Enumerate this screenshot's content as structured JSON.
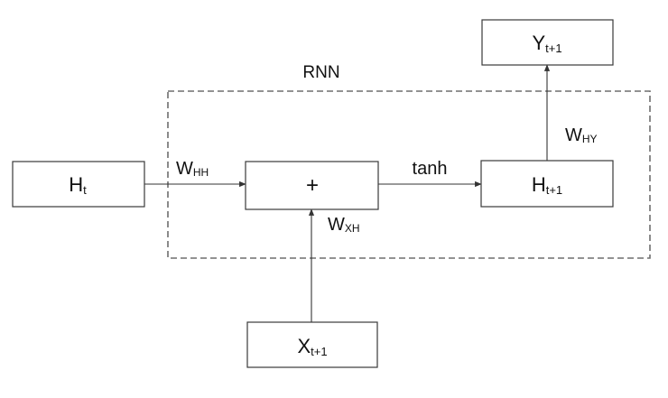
{
  "group": {
    "title": "RNN"
  },
  "nodes": {
    "h_t": {
      "main": "H",
      "sub": "t"
    },
    "sum": {
      "main": "+"
    },
    "h_t1": {
      "main": "H",
      "sub": "t+1"
    },
    "y_t1": {
      "main": "Y",
      "sub": "t+1"
    },
    "x_t1": {
      "main": "X",
      "sub": "t+1"
    }
  },
  "edges": {
    "w_hh": {
      "main": "W",
      "sub": "HH"
    },
    "w_xh": {
      "main": "W",
      "sub": "XH"
    },
    "w_hy": {
      "main": "W",
      "sub": "HY"
    },
    "tanh": "tanh"
  }
}
